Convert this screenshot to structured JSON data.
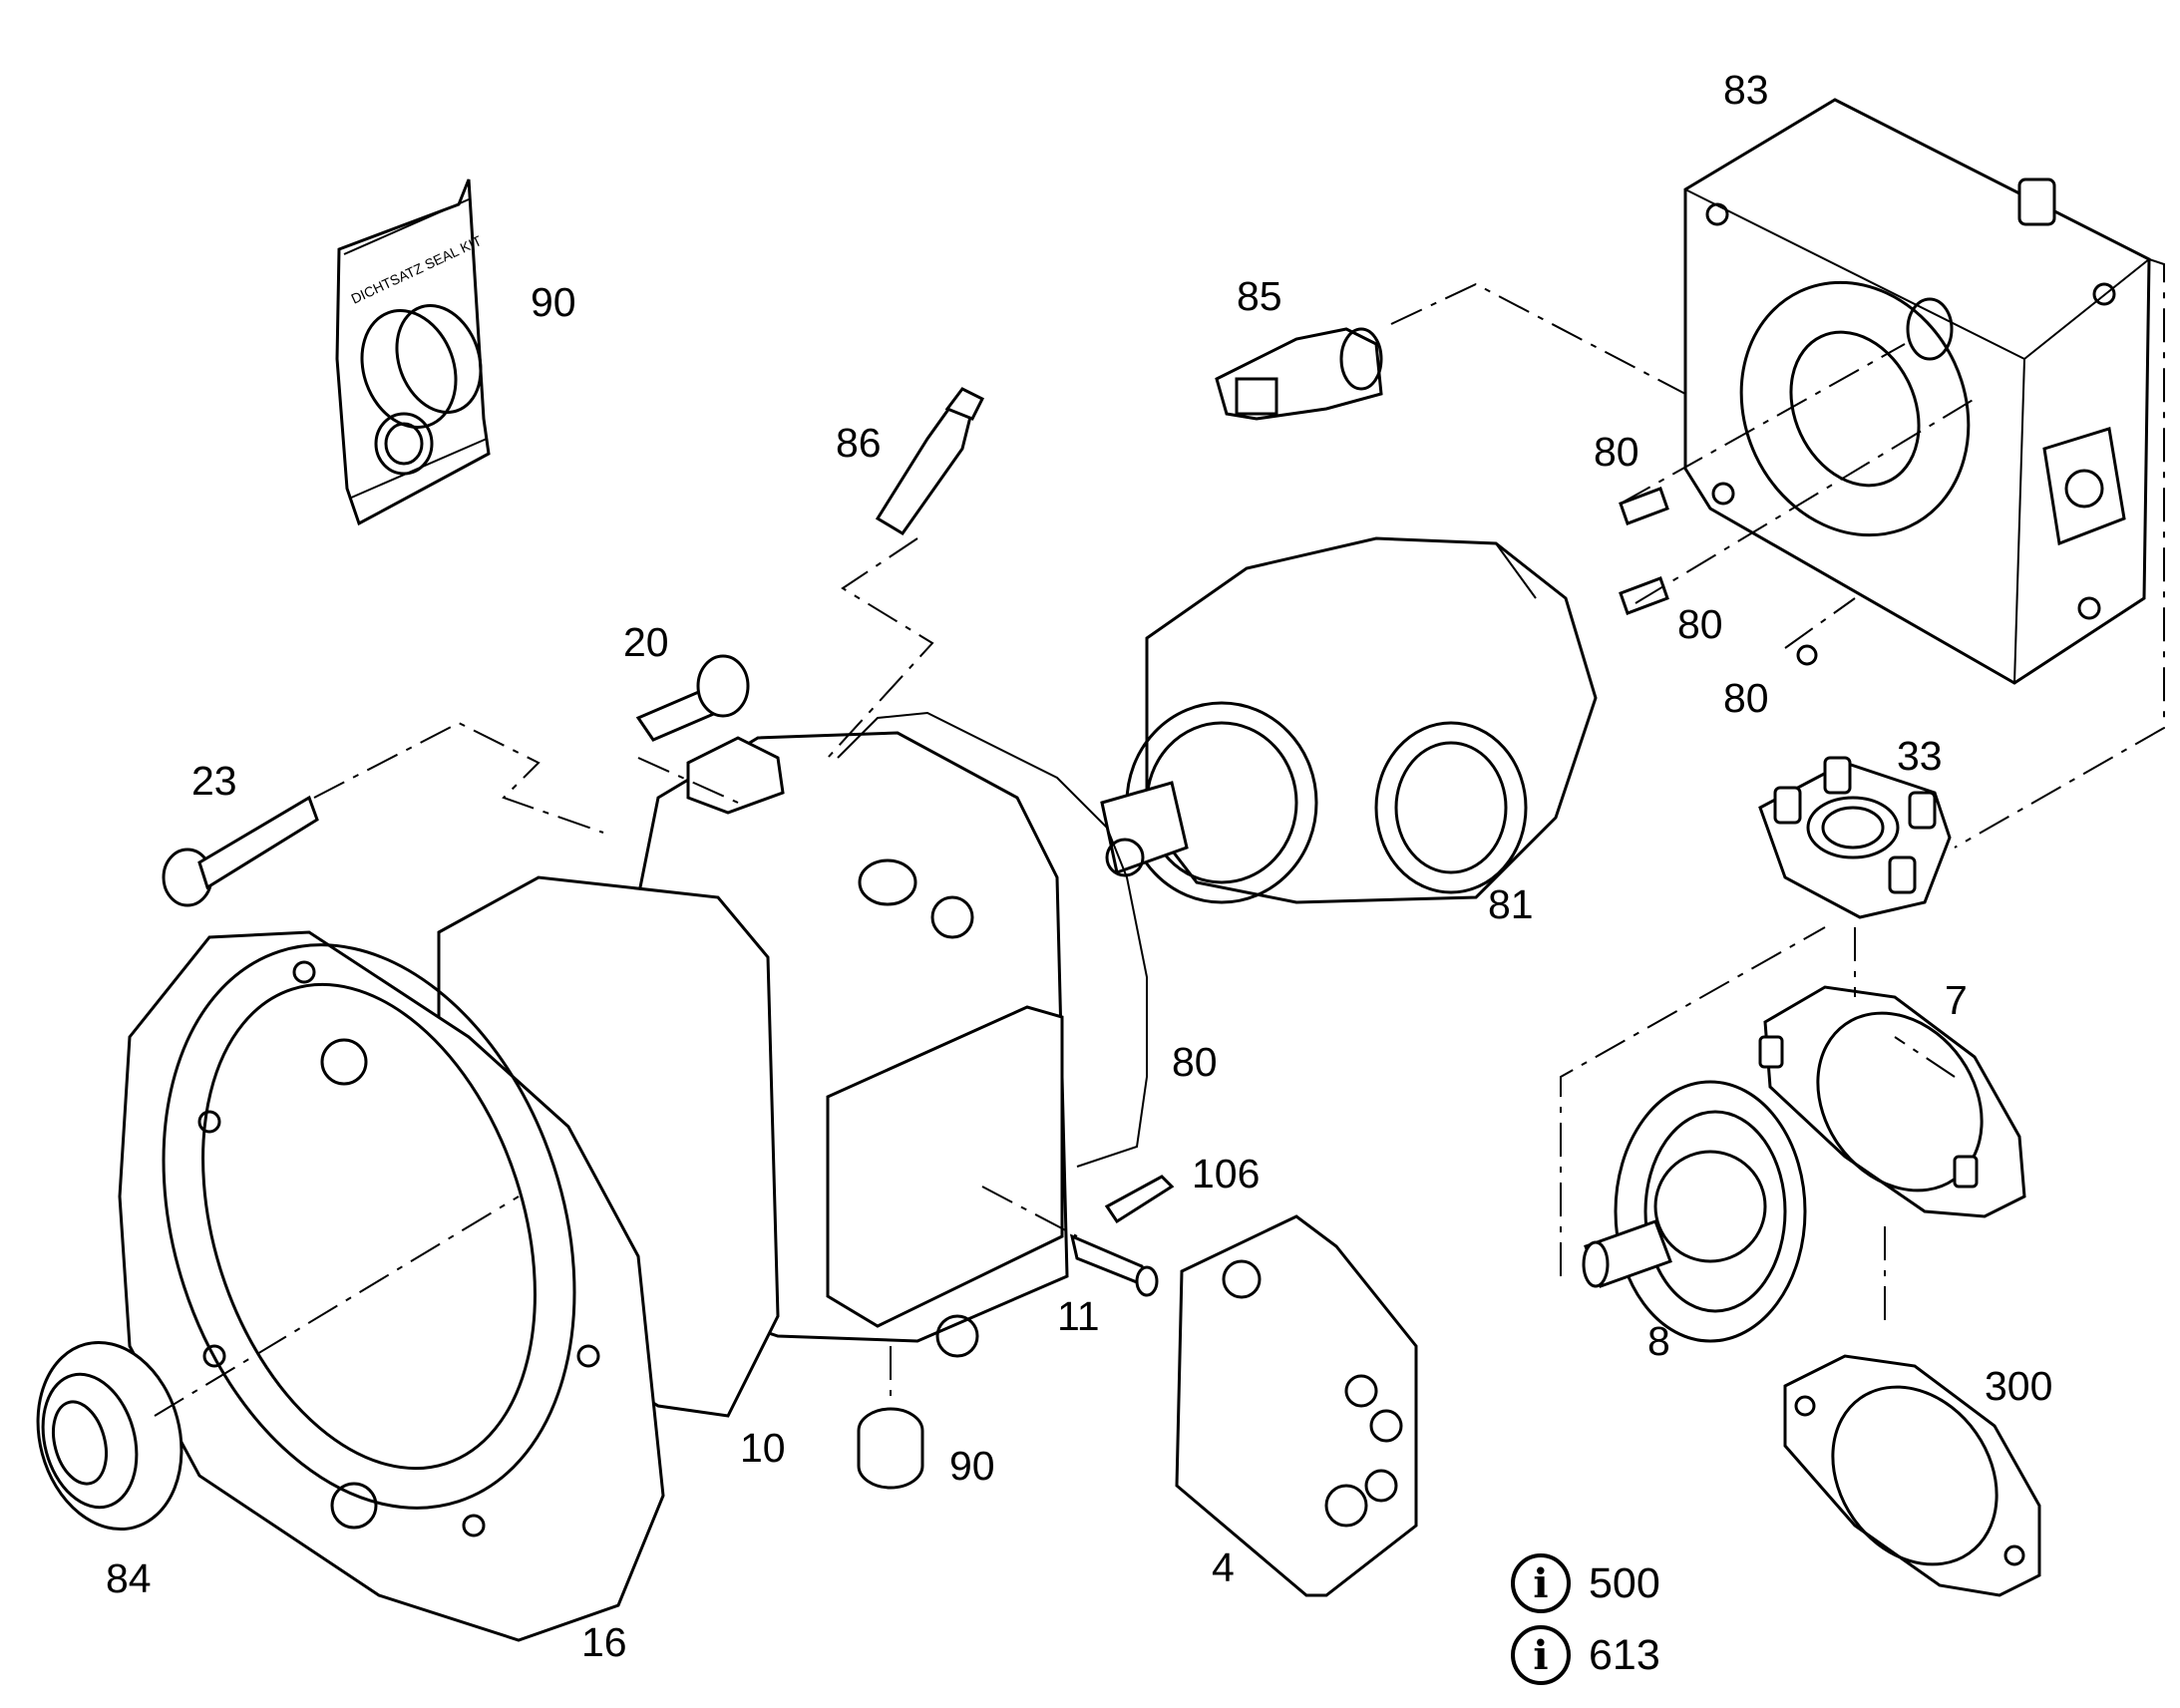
{
  "callouts": {
    "c83": "83",
    "c90_seal": "90",
    "c85": "85",
    "c86": "86",
    "c80_a": "80",
    "c80_b": "80",
    "c80_c": "80",
    "c20": "20",
    "c23": "23",
    "c33": "33",
    "c81": "81",
    "c7": "7",
    "c80_d": "80",
    "c106": "106",
    "c11": "11",
    "c8": "8",
    "c300": "300",
    "c10": "10",
    "c90_plug": "90",
    "c84": "84",
    "c4": "4",
    "c16": "16"
  },
  "seal_kit_label": "DICHTSATZ SEAL KIT",
  "info_refs": [
    {
      "icon": "i",
      "number": "500"
    },
    {
      "icon": "i",
      "number": "613"
    }
  ]
}
